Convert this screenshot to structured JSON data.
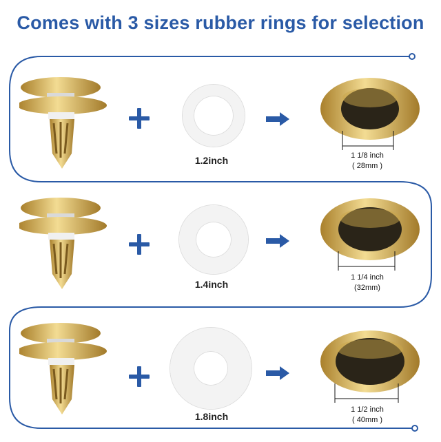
{
  "header": {
    "title": "Comes with 3 sizes rubber rings for selection"
  },
  "colors": {
    "accent": "#2a5aa6",
    "gold": "#c9a54a",
    "ring": "#f2f2f2"
  },
  "rows": [
    {
      "ring_label": "1.2inch",
      "dim_line1": "1 1/8 inch",
      "dim_line2": "( 28mm )"
    },
    {
      "ring_label": "1.4inch",
      "dim_line1": "1 1/4 inch",
      "dim_line2": "(32mm)"
    },
    {
      "ring_label": "1.8inch",
      "dim_line1": "1 1/2 inch",
      "dim_line2": "( 40mm )"
    }
  ]
}
